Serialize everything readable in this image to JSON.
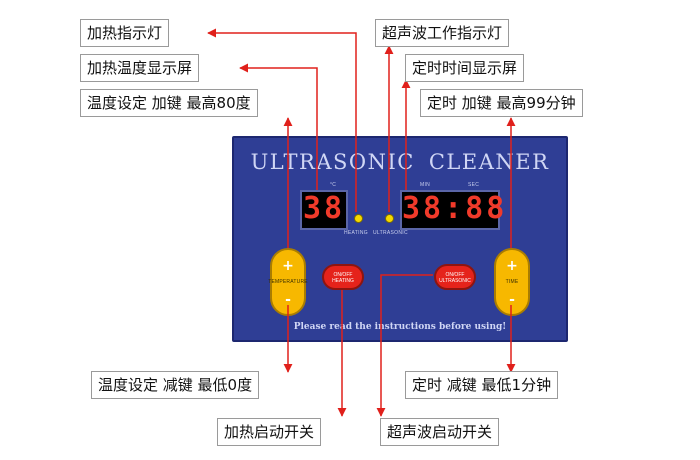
{
  "panel": {
    "title_word1": "ULTRASONIC",
    "title_word2": "CLEANER",
    "temp_display": "38",
    "temp_unit": "°C",
    "time_display": "38:88",
    "time_min_label": "MIN",
    "time_sec_label": "SEC",
    "heating_led_label": "HEATING",
    "ultrasonic_led_label": "ULTRASONIC",
    "temp_rocker_label": "TEMPERATURE",
    "time_rocker_label": "TIME",
    "heating_button_label_1": "ON/OFF",
    "heating_button_label_2": "HEATING",
    "ultrasonic_button_label_1": "ON/OFF",
    "ultrasonic_button_label_2": "ULTRASONIC",
    "footer": "Please read the instructions before using!",
    "plus": "+",
    "minus": "-"
  },
  "callouts": {
    "heating_indicator": "加热指示灯",
    "heating_temp_display": "加热温度显示屏",
    "temp_set_plus": "温度设定 加键 最高80度",
    "ultrasonic_indicator": "超声波工作指示灯",
    "timer_display": "定时时间显示屏",
    "timer_plus": "定时 加键 最高99分钟",
    "temp_set_minus": "温度设定 减键 最低0度",
    "timer_minus": "定时 减键 最低1分钟",
    "heating_start_switch": "加热启动开关",
    "ultrasonic_start_switch": "超声波启动开关"
  },
  "colors": {
    "panel_blue": "#2f3e95",
    "leader_red": "#e0201b",
    "display_red": "#f13a2a",
    "rocker_yellow": "#f7b800",
    "button_red": "#e5231b"
  }
}
